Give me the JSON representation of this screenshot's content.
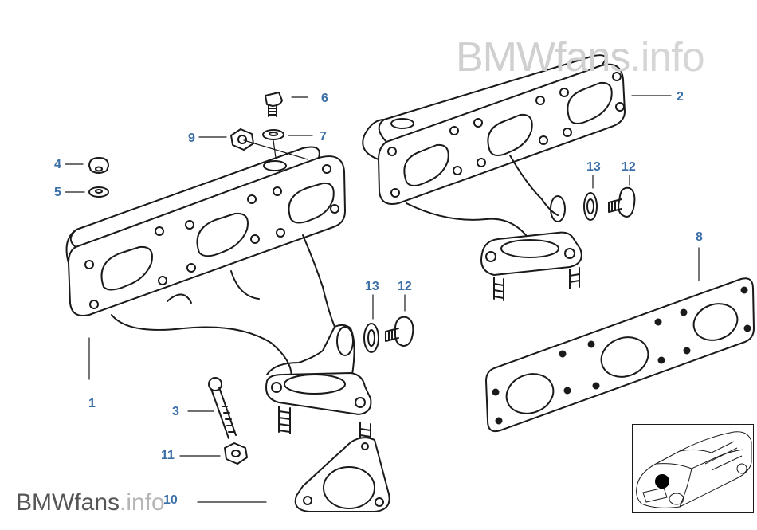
{
  "diagram": {
    "callouts": [
      {
        "id": "1",
        "label": "1"
      },
      {
        "id": "2",
        "label": "2"
      },
      {
        "id": "3",
        "label": "3"
      },
      {
        "id": "4",
        "label": "4"
      },
      {
        "id": "5",
        "label": "5"
      },
      {
        "id": "6",
        "label": "6"
      },
      {
        "id": "7",
        "label": "7"
      },
      {
        "id": "8",
        "label": "8"
      },
      {
        "id": "9",
        "label": "9"
      },
      {
        "id": "10",
        "label": "10"
      },
      {
        "id": "11",
        "label": "11"
      },
      {
        "id": "12a",
        "label": "12"
      },
      {
        "id": "13a",
        "label": "13"
      },
      {
        "id": "12b",
        "label": "12"
      },
      {
        "id": "13b",
        "label": "13"
      }
    ],
    "watermark_top": {
      "brand": "BMWfans",
      "tld": ".info"
    },
    "watermark_bottom": {
      "brand": "BMWfans",
      "tld": ".info"
    },
    "colors": {
      "callout": "#3b6fa8",
      "line": "#1a1a1a",
      "watermark": "#d0d0d0"
    }
  }
}
